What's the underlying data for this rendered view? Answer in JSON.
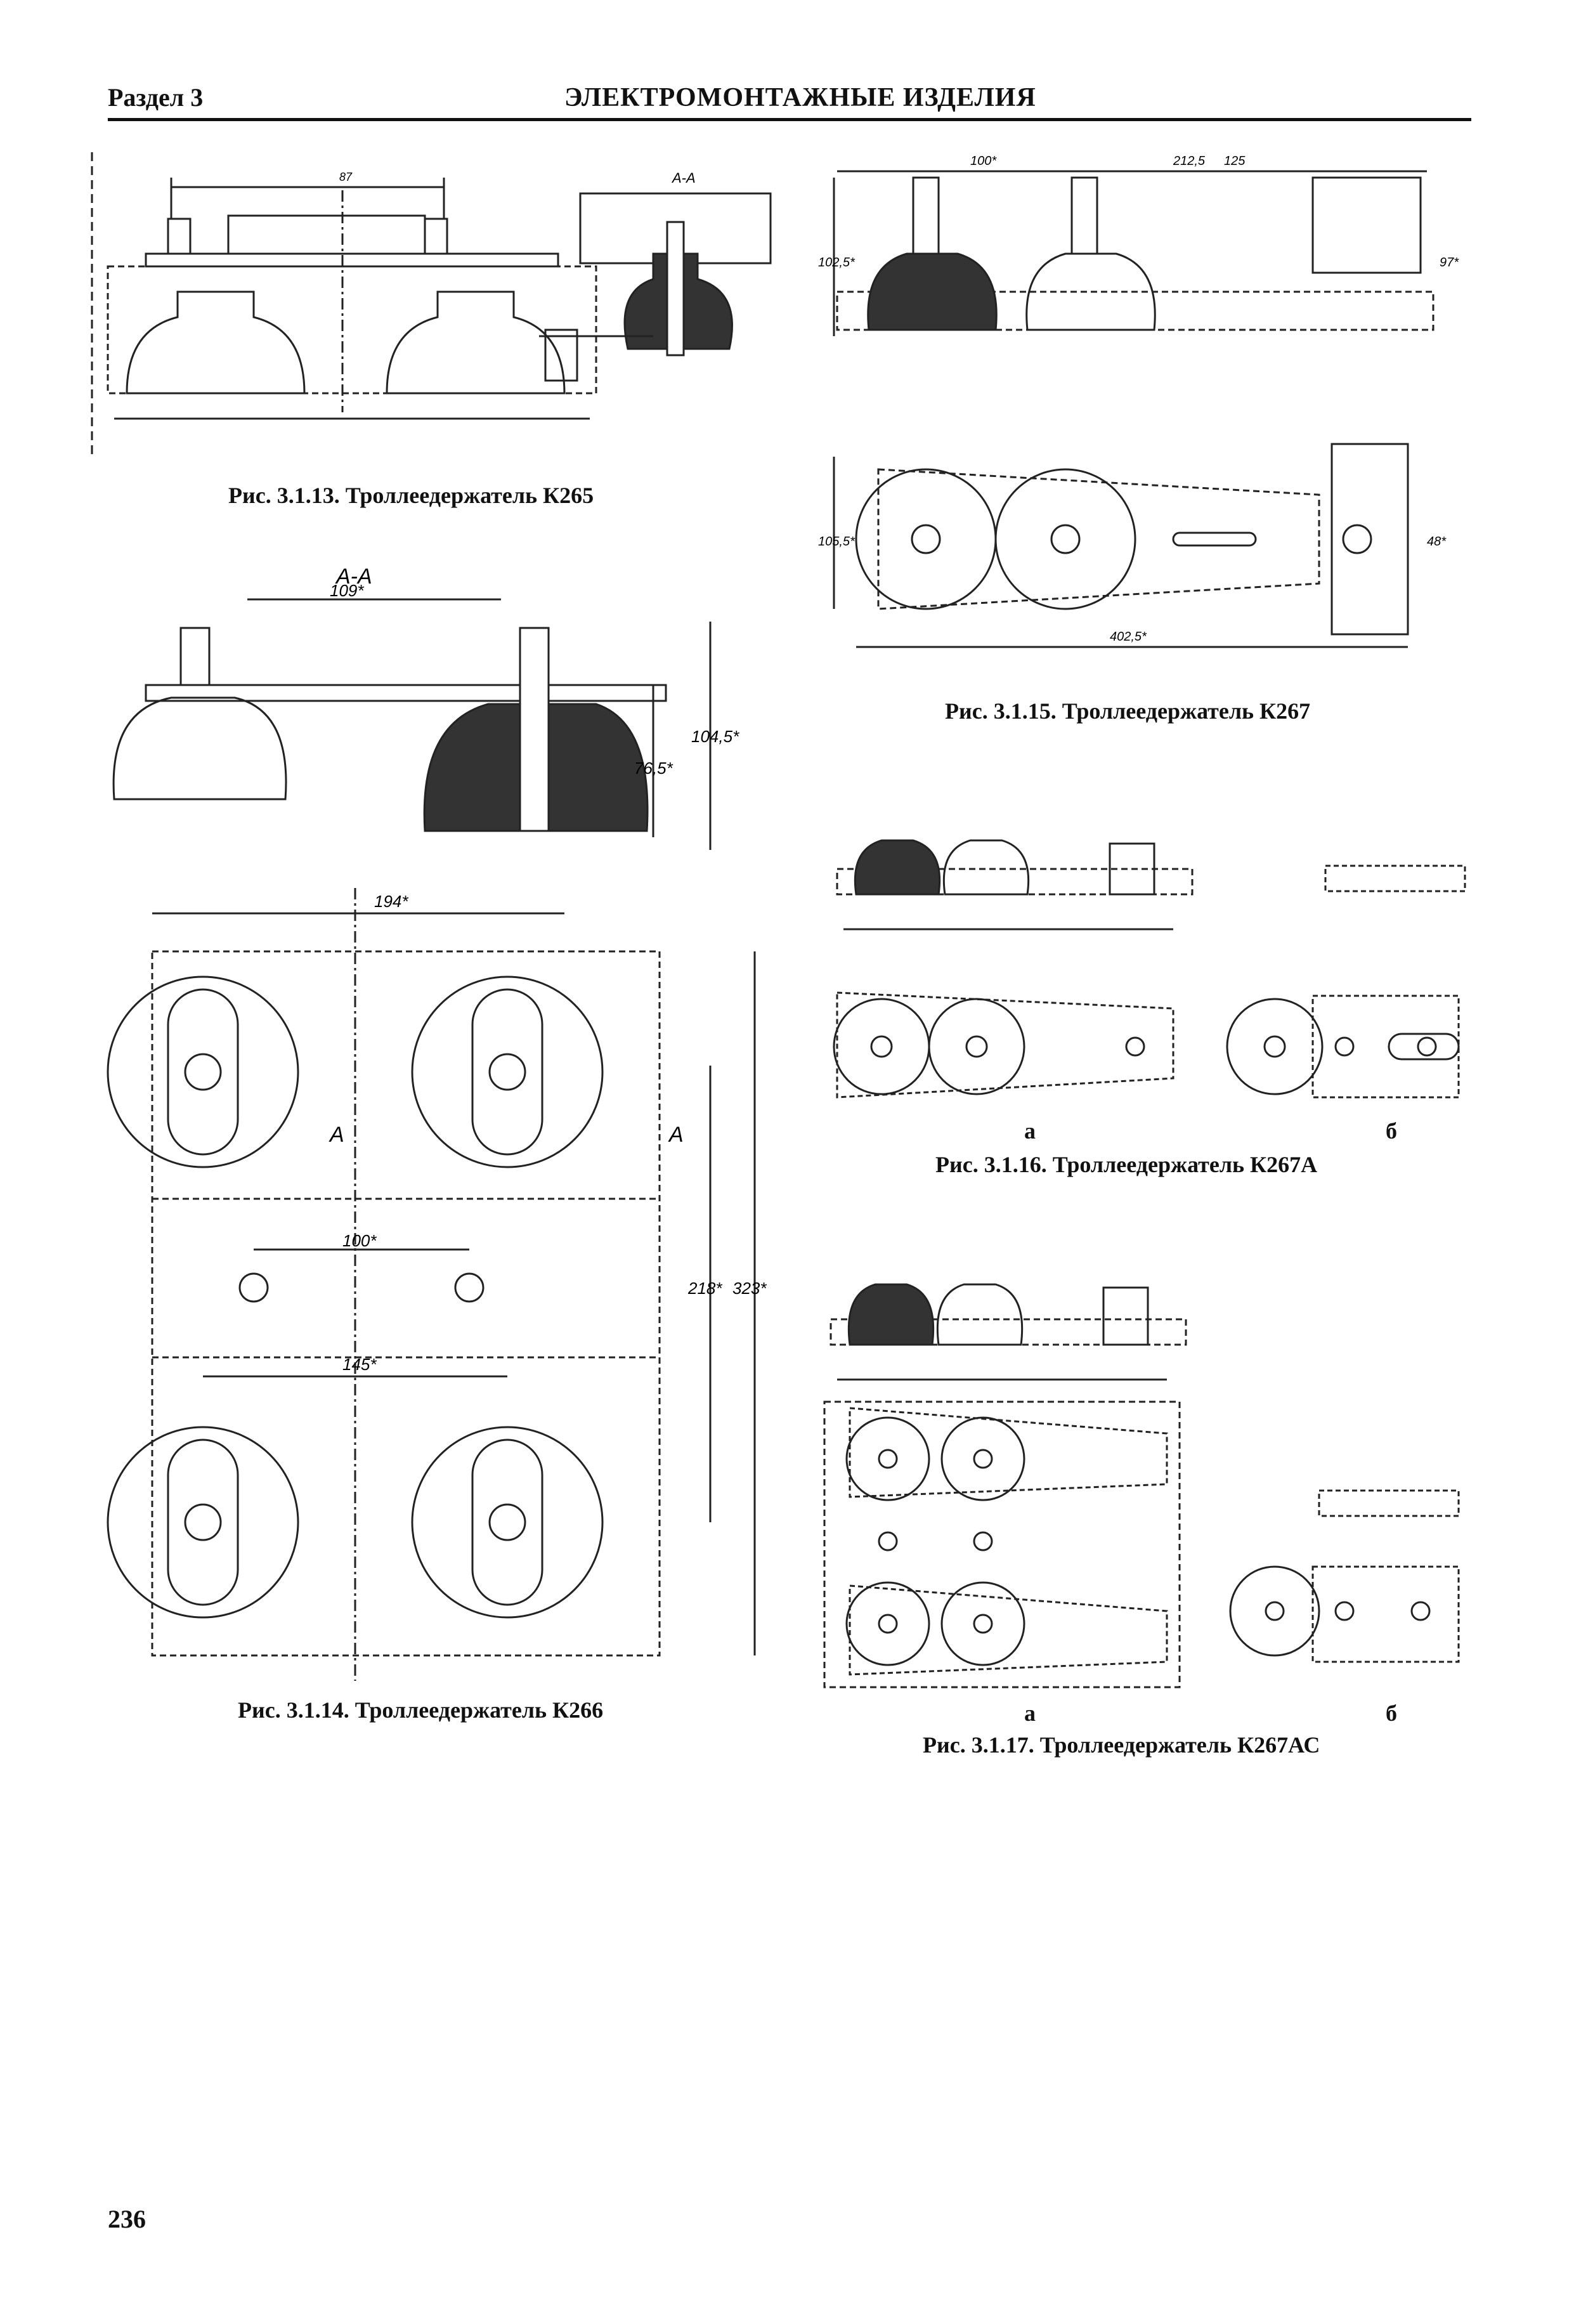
{
  "header": {
    "section": "Раздел 3",
    "title": "ЭЛЕКТРОМОНТАЖНЫЕ ИЗДЕЛИЯ"
  },
  "figures": {
    "fig13": {
      "caption": "Рис. 3.1.13. Троллеедержатель К265",
      "section_label": "А-А"
    },
    "fig14": {
      "caption": "Рис. 3.1.14. Троллеедержатель К266",
      "section_label": "А-А",
      "dims": {
        "d109": "109*",
        "d194": "194*",
        "d100": "100*",
        "d145": "145*",
        "d76": "76,5*",
        "d104": "104,5*",
        "d218": "218*",
        "d323": "323*"
      },
      "view_marks": {
        "left": "А",
        "right": "А"
      }
    },
    "fig15": {
      "caption": "Рис. 3.1.15. Троллеедержатель К267",
      "dims": {
        "d100": "100*",
        "d2125": "212,5",
        "d125": "125",
        "d1025": "102,5*",
        "d4025": "402,5*",
        "d97": "97*",
        "d1055": "105,5*",
        "d48": "48*"
      }
    },
    "fig16": {
      "caption": "Рис. 3.1.16. Троллеедержатель К267А",
      "label_a": "а",
      "label_b": "б"
    },
    "fig17": {
      "caption": "Рис. 3.1.17. Троллеедержатель К267АС",
      "label_a": "а",
      "label_b": "б"
    }
  },
  "page_number": "236"
}
